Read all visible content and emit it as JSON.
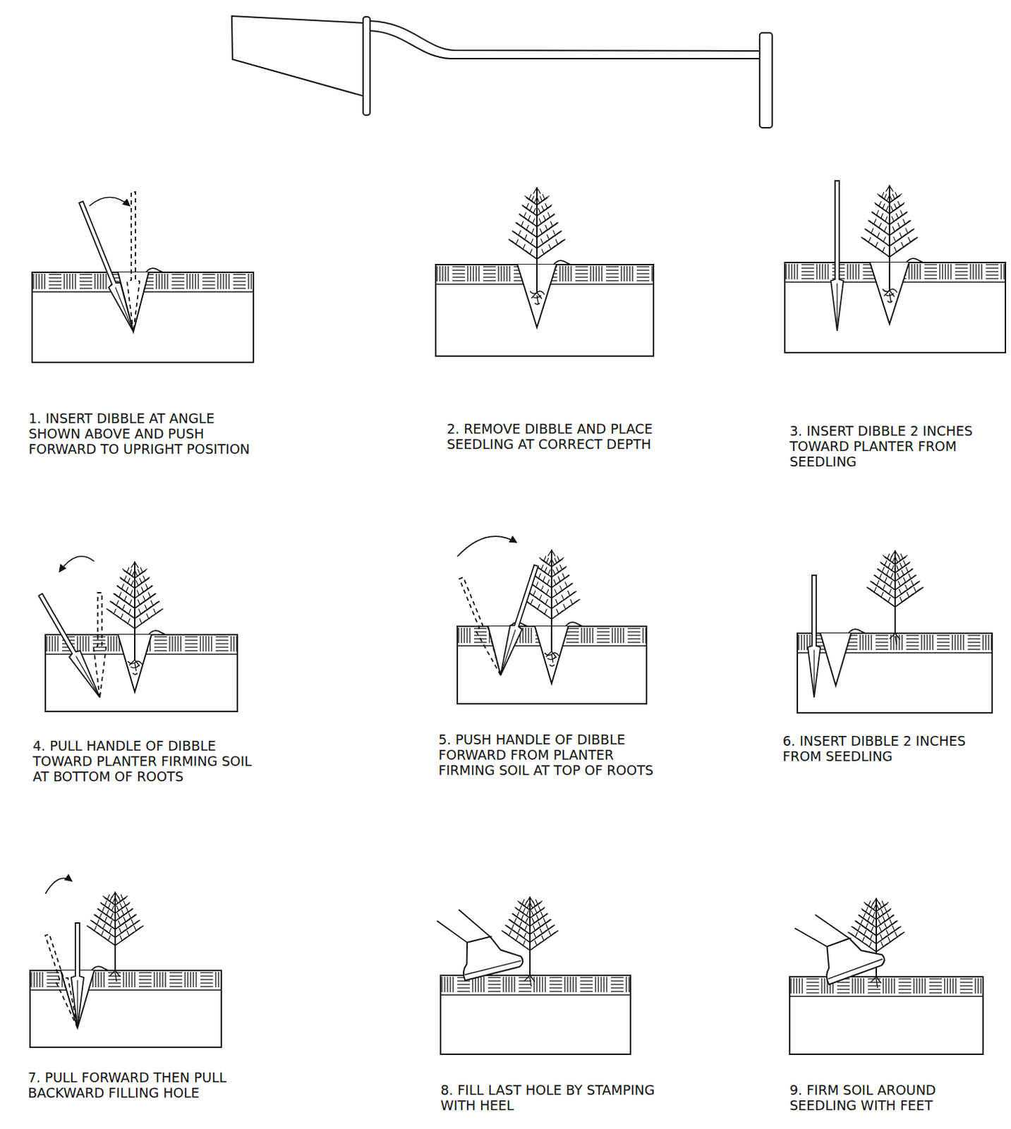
{
  "diagram": {
    "labels": [
      "1. INSERT DIBBLE AT ANGLE SHOWN ABOVE AND PUSH FORWARD TO UPRIGHT POSITION",
      "2. REMOVE DIBBLE AND PLACE SEEDLING AT CORRECT DEPTH",
      "3. INSERT DIBBLE 2 INCHES TOWARD PLANTER FROM SEEDLING",
      "4. PULL HANDLE OF DIBBLE TOWARD PLANTER FIRMING SOIL AT BOTTOM OF ROOTS",
      "5. PUSH HANDLE OF DIBBLE FORWARD FROM PLANTER FIRMING SOIL AT TOP OF ROOTS",
      "6. INSERT DIBBLE 2 INCHES FROM SEEDLING",
      "7. PULL FORWARD THEN PULL BACKWARD FILLING HOLE",
      "8. FILL LAST HOLE BY STAMPING WITH HEEL",
      "9. FIRM SOIL AROUND SEEDLING WITH FEET"
    ]
  }
}
